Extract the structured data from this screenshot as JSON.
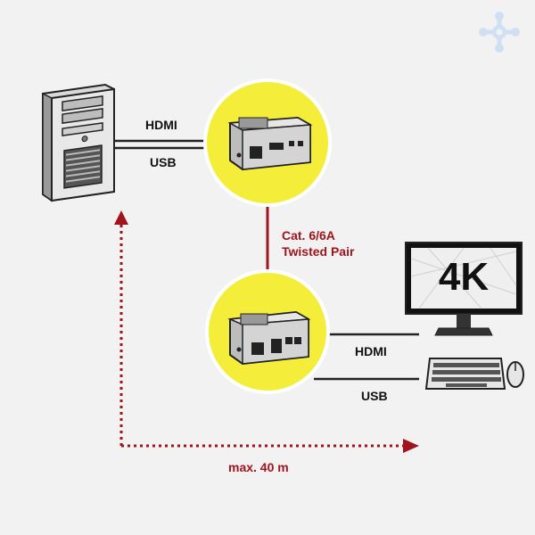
{
  "labels": {
    "hdmi_top": "HDMI",
    "usb_top": "USB",
    "cable": [
      "Cat. 6/6A",
      "Twisted Pair"
    ],
    "monitor_text": "4K",
    "hdmi_bottom": "HDMI",
    "usb_bottom": "USB",
    "distance": "max. 40 m"
  },
  "colors": {
    "background": "#f2f2f2",
    "circle_fill": "#f4ee3a",
    "cable_red": "#a0141e",
    "line_dark": "#222222",
    "logo_blue": "#cfe0f4"
  },
  "icons": {
    "pc": "tower-pc-icon",
    "transmitter": "kvm-transmitter-icon",
    "receiver": "kvm-receiver-icon",
    "monitor": "monitor-icon",
    "keyboard": "keyboard-icon",
    "mouse": "mouse-icon",
    "logo": "brand-logo-icon"
  }
}
